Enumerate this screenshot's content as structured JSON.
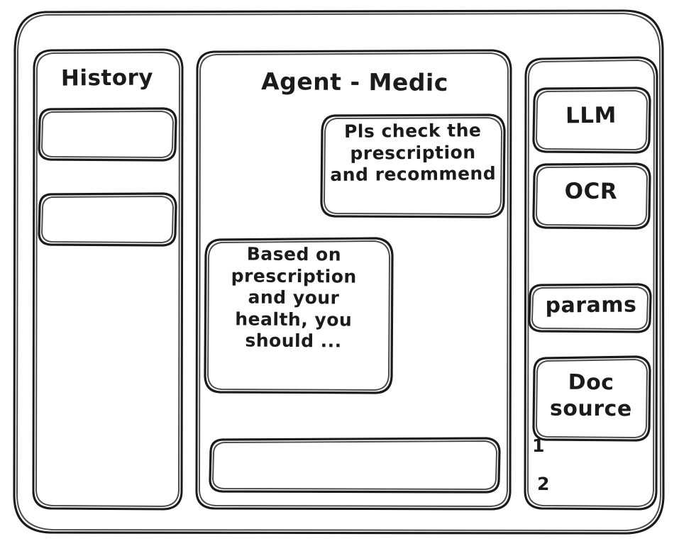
{
  "window": {
    "style": "hand-drawn-wireframe",
    "stroke_color": "#1b1b1b",
    "background_color": "#ffffff"
  },
  "sidebar_left": {
    "title": "History",
    "items": [
      {
        "label": ""
      },
      {
        "label": ""
      }
    ]
  },
  "main": {
    "title": "Agent - Medic",
    "messages": [
      {
        "role": "user",
        "align": "right",
        "text": "Pls check the\nprescription\nand recommend"
      },
      {
        "role": "agent",
        "align": "left",
        "text": "Based on\nprescription\nand your\nhealth, you\nshould ..."
      }
    ],
    "composer": {
      "value": "",
      "placeholder": ""
    }
  },
  "sidebar_right": {
    "buttons": [
      {
        "label": "LLM"
      },
      {
        "label": "OCR"
      },
      {
        "label": "params"
      },
      {
        "label": "Doc\nsource"
      }
    ],
    "doc_source_list": [
      {
        "marker": "1"
      },
      {
        "marker": "2"
      }
    ]
  }
}
